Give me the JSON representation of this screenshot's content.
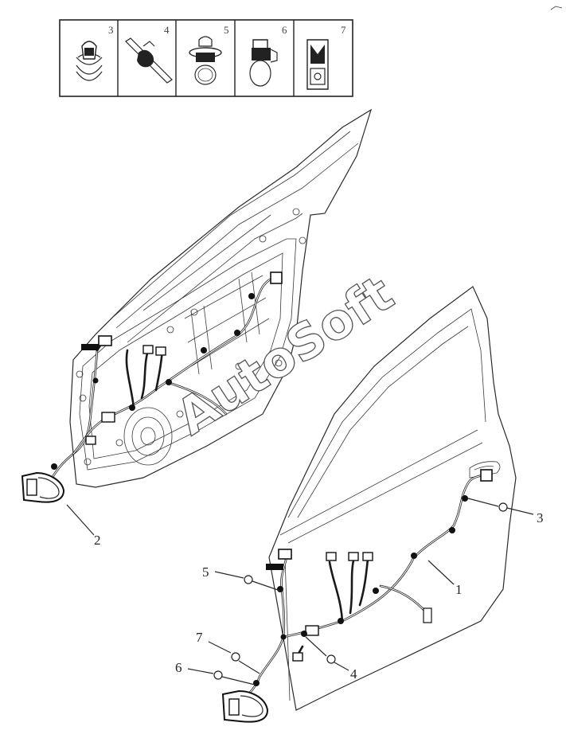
{
  "legend": {
    "cells": [
      {
        "number": "3",
        "icon": "hose-clamp-clip-icon"
      },
      {
        "number": "4",
        "icon": "tie-strap-clip-icon"
      },
      {
        "number": "5",
        "icon": "push-pin-band-clip-icon"
      },
      {
        "number": "6",
        "icon": "band-clip-with-holder-icon"
      },
      {
        "number": "7",
        "icon": "edge-clip-icon"
      }
    ]
  },
  "callouts": {
    "c1": "1",
    "c2": "2",
    "c3": "3",
    "c4": "4",
    "c5": "5",
    "c6": "6",
    "c7": "7"
  },
  "watermark": "AutoSoft"
}
